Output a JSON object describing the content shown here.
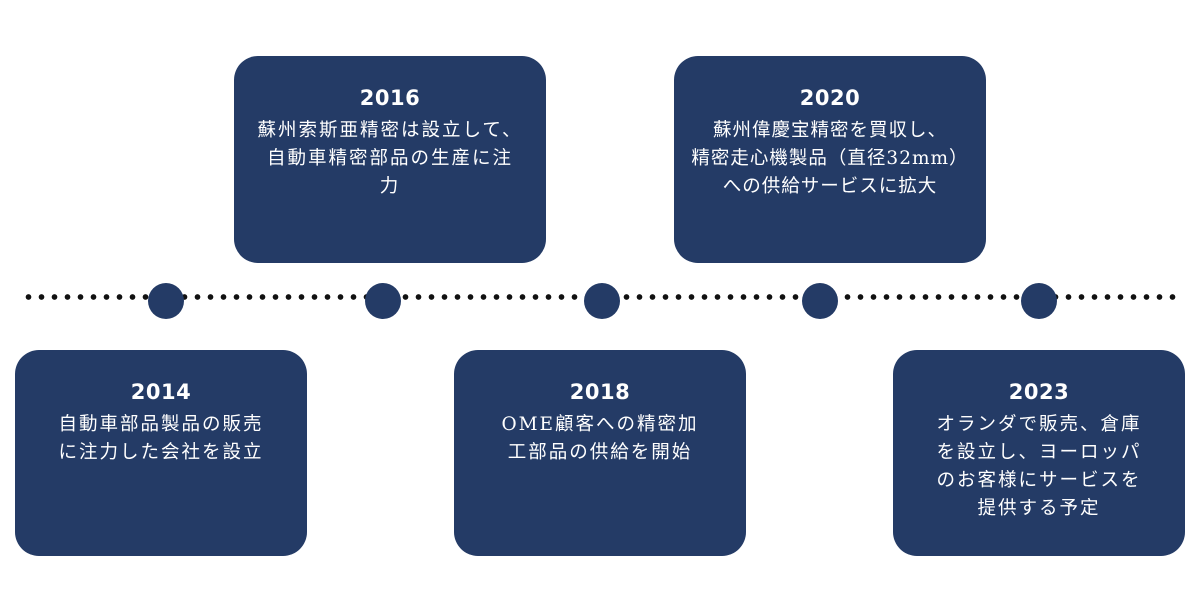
{
  "colors": {
    "card_bg": "#243b66",
    "node": "#243b66",
    "dots": "#111111",
    "text": "#ffffff"
  },
  "events": [
    {
      "year": "2014",
      "lines": [
        "自動車部品製品の販売",
        "に注力した会社を設立"
      ]
    },
    {
      "year": "2016",
      "lines": [
        "蘇州索斯亜精密は設立して、",
        "自動車精密部品の生産に注",
        "力"
      ]
    },
    {
      "year": "2018",
      "lines": [
        "OME顧客への精密加",
        "工部品の供給を開始"
      ]
    },
    {
      "year": "2020",
      "lines": [
        "蘇州偉慶宝精密を買収し、",
        "精密走心機製品（直径32mm）",
        "への供給サービスに拡大"
      ]
    },
    {
      "year": "2023",
      "lines": [
        "オランダで販売、倉庫",
        "を設立し、ヨーロッパ",
        "のお客様にサービスを",
        "提供する予定"
      ]
    }
  ]
}
